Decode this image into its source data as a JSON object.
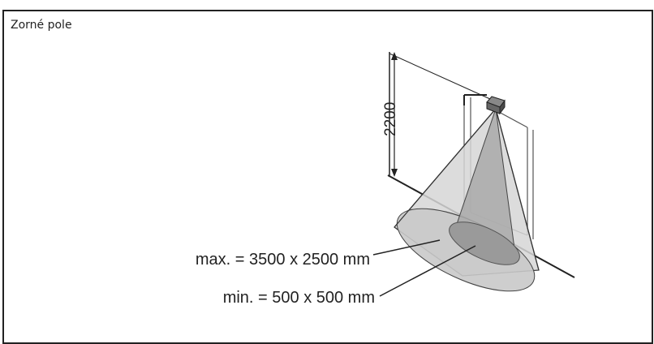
{
  "panel": {
    "title": "Zorné pole"
  },
  "diagram": {
    "height_dimension": "2200",
    "max_field_label": "max. = 3500 x 2500 mm",
    "min_field_label": "min. = 500 x 500 mm"
  },
  "colors": {
    "frame": "#222222",
    "max_cone": "#d6d6d6",
    "max_ellipse": "#c9c9c9",
    "min_cone": "#a9a9a9",
    "min_ellipse": "#9a9a9a",
    "line": "#222222"
  }
}
